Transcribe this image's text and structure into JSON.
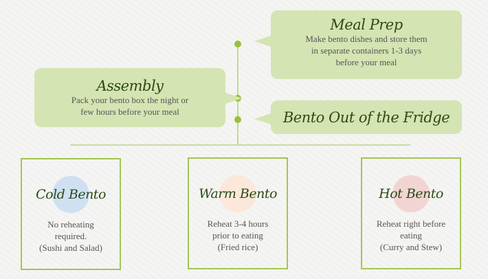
{
  "timeline": {
    "meal_prep": {
      "title": "Meal Prep",
      "desc": [
        "Make bento dishes and store them",
        "in separate containers 1-3 days",
        "before your meal"
      ]
    },
    "assembly": {
      "title": "Assembly",
      "desc": [
        "Pack your bento box the night or",
        "few hours before your meal"
      ]
    },
    "out_of_fridge": {
      "title": "Bento Out of the Fridge"
    }
  },
  "cards": [
    {
      "title": "Cold Bento",
      "desc": [
        "No reheating",
        "required.",
        "(Sushi and Salad)"
      ],
      "color": "#cfe0f2"
    },
    {
      "title": "Warm Bento",
      "desc": [
        "Reheat 3-4 hours",
        "prior to eating",
        "(Fried rice)"
      ],
      "color": "#fbe8da"
    },
    {
      "title": "Hot Bento",
      "desc": [
        "Reheat right before",
        "eating",
        "(Curry and Stew)"
      ],
      "color": "#f2d5d3"
    }
  ]
}
